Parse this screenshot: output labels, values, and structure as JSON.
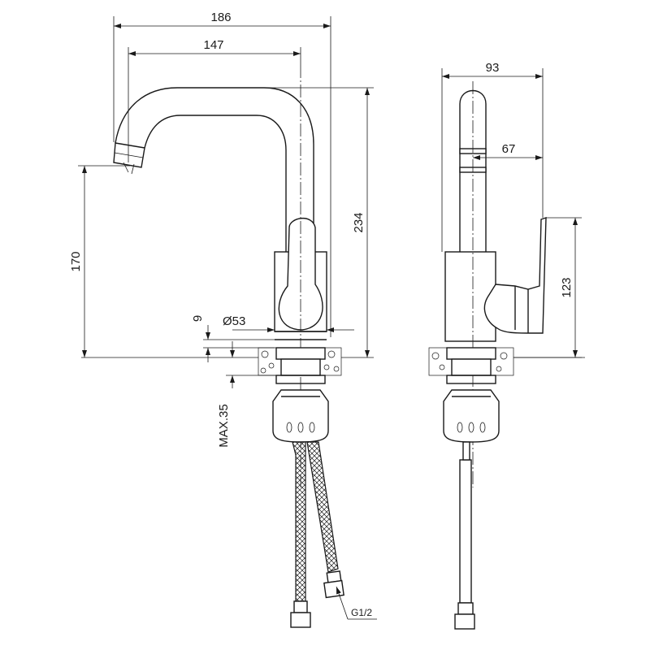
{
  "dimensions": {
    "overall_width": "186",
    "spout_reach": "147",
    "total_height": "234",
    "spout_outlet_height": "170",
    "base_height": "9",
    "base_diameter": "Ø53",
    "max_deck_thickness": "MAX.35",
    "side_depth": "93",
    "handle_depth": "67",
    "handle_height": "123",
    "hose_thread": "G1/2"
  }
}
